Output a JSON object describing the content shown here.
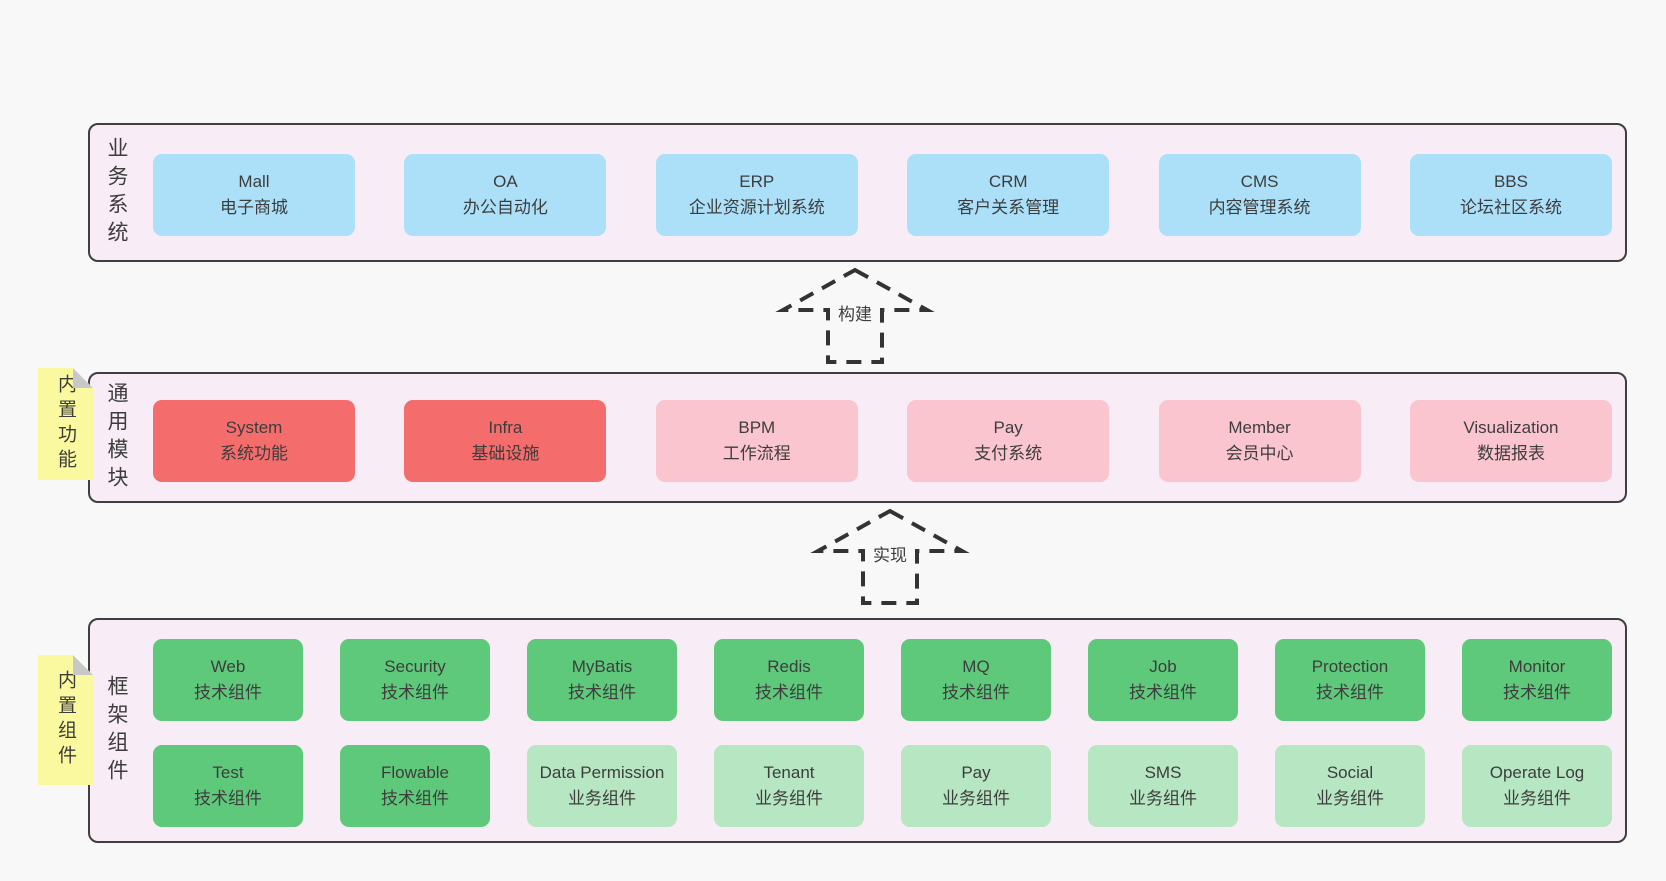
{
  "page": {
    "background": "#f8f8f8"
  },
  "colors": {
    "container_bg": "#f8edf7",
    "container_border": "#3f3f3f",
    "box_blue": "#ace0f9",
    "box_red": "#f56c6c",
    "box_pink": "#fbc5cf",
    "box_green": "#5fc97b",
    "box_green_light": "#b7e6c3",
    "sticky_yellow": "#fbf99f",
    "fold_gray": "#c8c8c8",
    "arrow_stroke": "#333333",
    "text": "#3d3d3d"
  },
  "arrows": [
    {
      "label": "构建"
    },
    {
      "label": "实现"
    }
  ],
  "layers": [
    {
      "label": "业务系统",
      "rows": [
        [
          {
            "title": "Mall",
            "subtitle": "电子商城"
          },
          {
            "title": "OA",
            "subtitle": "办公自动化"
          },
          {
            "title": "ERP",
            "subtitle": "企业资源计划系统"
          },
          {
            "title": "CRM",
            "subtitle": "客户关系管理"
          },
          {
            "title": "CMS",
            "subtitle": "内容管理系统"
          },
          {
            "title": "BBS",
            "subtitle": "论坛社区系统"
          }
        ]
      ]
    },
    {
      "label": "通用模块",
      "sticky": "内置功能",
      "rows": [
        [
          {
            "title": "System",
            "subtitle": "系统功能"
          },
          {
            "title": "Infra",
            "subtitle": "基础设施"
          },
          {
            "title": "BPM",
            "subtitle": "工作流程"
          },
          {
            "title": "Pay",
            "subtitle": "支付系统"
          },
          {
            "title": "Member",
            "subtitle": "会员中心"
          },
          {
            "title": "Visualization",
            "subtitle": "数据报表"
          }
        ]
      ]
    },
    {
      "label": "框架组件",
      "sticky": "内置组件",
      "rows": [
        [
          {
            "title": "Web",
            "subtitle": "技术组件"
          },
          {
            "title": "Security",
            "subtitle": "技术组件"
          },
          {
            "title": "MyBatis",
            "subtitle": "技术组件"
          },
          {
            "title": "Redis",
            "subtitle": "技术组件"
          },
          {
            "title": "MQ",
            "subtitle": "技术组件"
          },
          {
            "title": "Job",
            "subtitle": "技术组件"
          },
          {
            "title": "Protection",
            "subtitle": "技术组件"
          },
          {
            "title": "Monitor",
            "subtitle": "技术组件"
          }
        ],
        [
          {
            "title": "Test",
            "subtitle": "技术组件"
          },
          {
            "title": "Flowable",
            "subtitle": "技术组件"
          },
          {
            "title": "Data Permission",
            "subtitle": "业务组件"
          },
          {
            "title": "Tenant",
            "subtitle": "业务组件"
          },
          {
            "title": "Pay",
            "subtitle": "业务组件"
          },
          {
            "title": "SMS",
            "subtitle": "业务组件"
          },
          {
            "title": "Social",
            "subtitle": "业务组件"
          },
          {
            "title": "Operate Log",
            "subtitle": "业务组件"
          }
        ]
      ]
    }
  ]
}
